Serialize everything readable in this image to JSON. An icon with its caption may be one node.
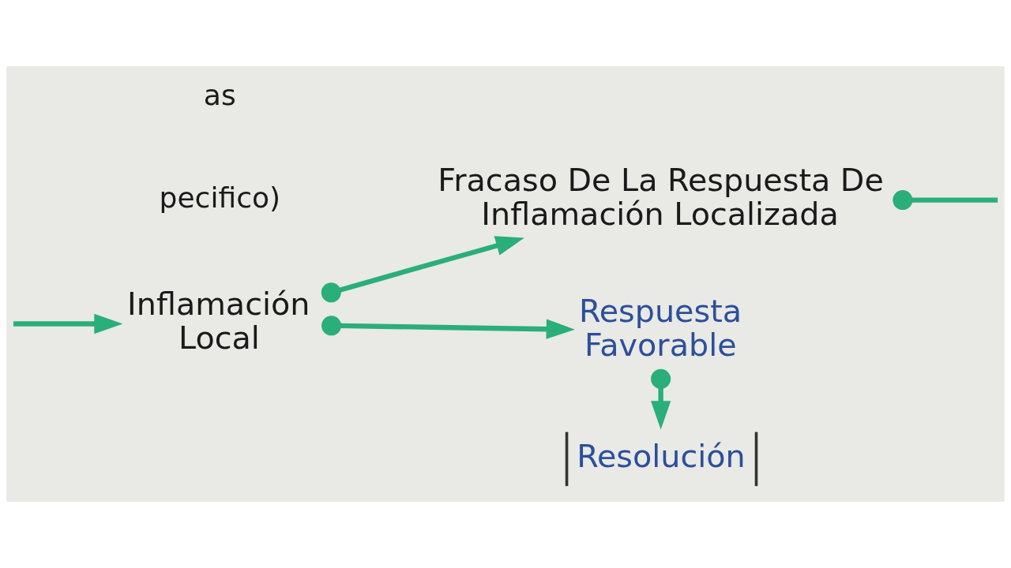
{
  "diagram": {
    "nodes": [
      {
        "text": [
          "Fracaso De La Respuesta De Inflamación Localizada"
        ]
      },
      {
        "text": [
          "Inflamación Local"
        ]
      },
      {
        "text": [
          "Respuesta Favorable"
        ]
      },
      {
        "text": [
          "Resolución"
        ]
      }
    ],
    "edges": [
      {
        "from": 1,
        "to": 0,
        "arrow": "to"
      },
      {
        "from": 0,
        "to": null,
        "arrow": "other"
      },
      {
        "from": 1,
        "to": 2,
        "arrow": "to"
      },
      {
        "from": 2,
        "to": 3,
        "arrow": "to"
      },
      {
        "from": null,
        "to": 1,
        "arrow": "to"
      }
    ],
    "labels": [
      "as",
      "pecifico)"
    ]
  }
}
